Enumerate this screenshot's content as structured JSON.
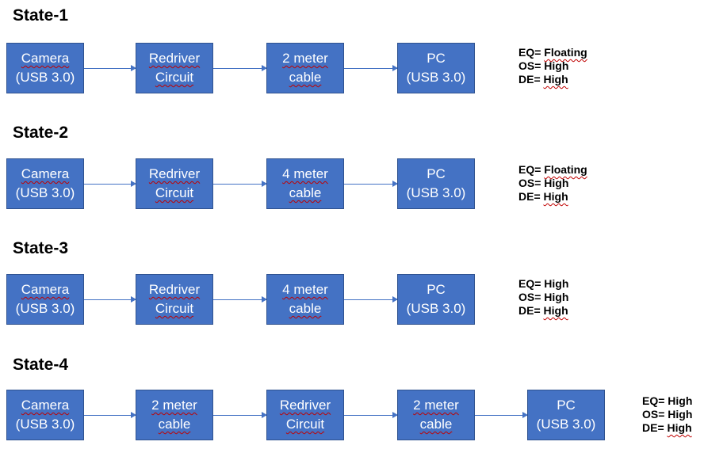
{
  "states": [
    {
      "title": "State-1",
      "blocks": [
        {
          "line1": "Camera",
          "line2": "(USB 3.0)"
        },
        {
          "line1": "Redriver",
          "line2": "Circuit"
        },
        {
          "line1": "2 meter",
          "line2": "cable"
        },
        {
          "line1": "PC",
          "line2": "(USB 3.0)"
        }
      ],
      "settings": [
        {
          "label": "EQ=",
          "value": "Floating"
        },
        {
          "label": "OS=",
          "value": "High"
        },
        {
          "label": "DE=",
          "value": "High"
        }
      ]
    },
    {
      "title": "State-2",
      "blocks": [
        {
          "line1": "Camera",
          "line2": "(USB 3.0)"
        },
        {
          "line1": "Redriver",
          "line2": "Circuit"
        },
        {
          "line1": "4 meter",
          "line2": "cable"
        },
        {
          "line1": "PC",
          "line2": "(USB 3.0)"
        }
      ],
      "settings": [
        {
          "label": "EQ=",
          "value": "Floating"
        },
        {
          "label": "OS=",
          "value": "High"
        },
        {
          "label": "DE=",
          "value": "High"
        }
      ]
    },
    {
      "title": "State-3",
      "blocks": [
        {
          "line1": "Camera",
          "line2": "(USB 3.0)"
        },
        {
          "line1": "Redriver",
          "line2": "Circuit"
        },
        {
          "line1": "4 meter",
          "line2": "cable"
        },
        {
          "line1": "PC",
          "line2": "(USB 3.0)"
        }
      ],
      "settings": [
        {
          "label": "EQ=",
          "value": "High"
        },
        {
          "label": "OS=",
          "value": "High"
        },
        {
          "label": "DE=",
          "value": "High"
        }
      ]
    },
    {
      "title": "State-4",
      "blocks": [
        {
          "line1": "Camera",
          "line2": "(USB 3.0)"
        },
        {
          "line1": "2 meter",
          "line2": "cable"
        },
        {
          "line1": "Redriver",
          "line2": "Circuit"
        },
        {
          "line1": "2 meter",
          "line2": "cable"
        },
        {
          "line1": "PC",
          "line2": "(USB 3.0)"
        }
      ],
      "settings": [
        {
          "label": "EQ=",
          "value": "High"
        },
        {
          "label": "OS=",
          "value": "High"
        },
        {
          "label": "DE=",
          "value": "High"
        }
      ]
    }
  ],
  "colors": {
    "block_fill": "#4472c4",
    "block_border": "#2f528f",
    "arrow": "#4472c4",
    "spellcheck_underline": "#c00000"
  }
}
